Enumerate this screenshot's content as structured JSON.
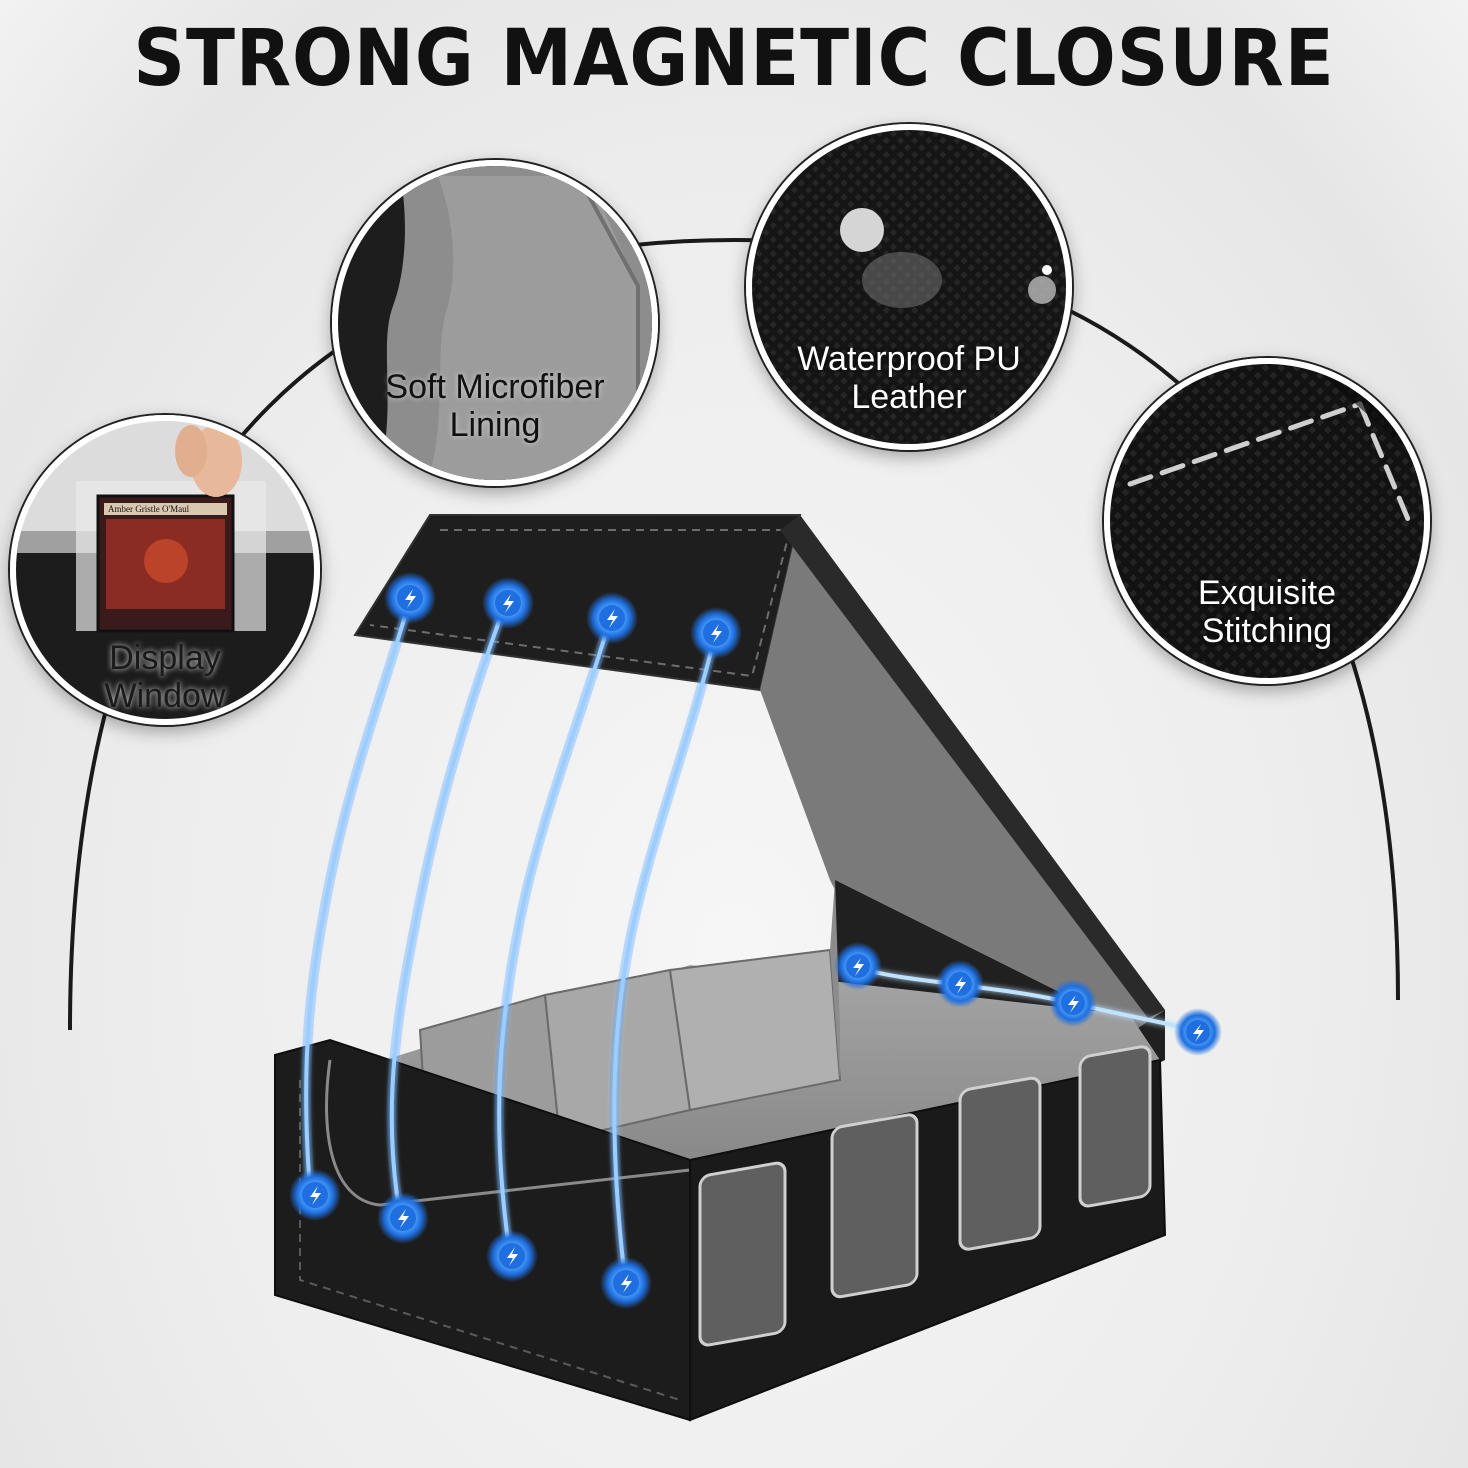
{
  "headline": "STRONG MAGNETIC CLOSURE",
  "callouts": {
    "display_window": {
      "line1": "Display",
      "line2": "Window"
    },
    "microfiber": {
      "line1": "Soft Microfiber",
      "line2": "Lining"
    },
    "leather": {
      "line1": "Waterproof PU",
      "line2": "Leather"
    },
    "stitching": {
      "line1": "Exquisite",
      "line2": "Stitching"
    }
  },
  "card_name": "Amber Gristle O'Maul",
  "colors": {
    "box_black": "#1b1b1b",
    "lining_gray": "#8a8a8a",
    "magnet_blue": "#2f8fff",
    "lightning": "#bfe2ff"
  },
  "icons": [
    "magnet-bolt-icon",
    "lightning-arc-icon"
  ]
}
